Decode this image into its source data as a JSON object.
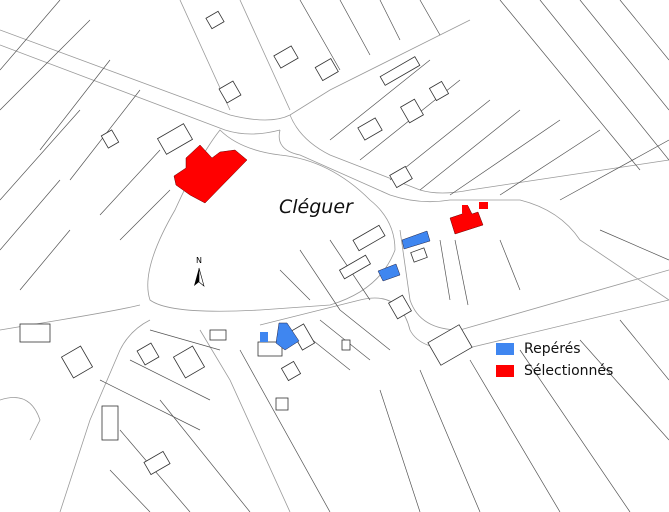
{
  "map": {
    "place_name": "Cléguer",
    "north_label": "N",
    "legend": [
      {
        "label": "Repérés",
        "color": "#3f86f0"
      },
      {
        "label": "Sélectionnés",
        "color": "#ff0000"
      }
    ]
  }
}
